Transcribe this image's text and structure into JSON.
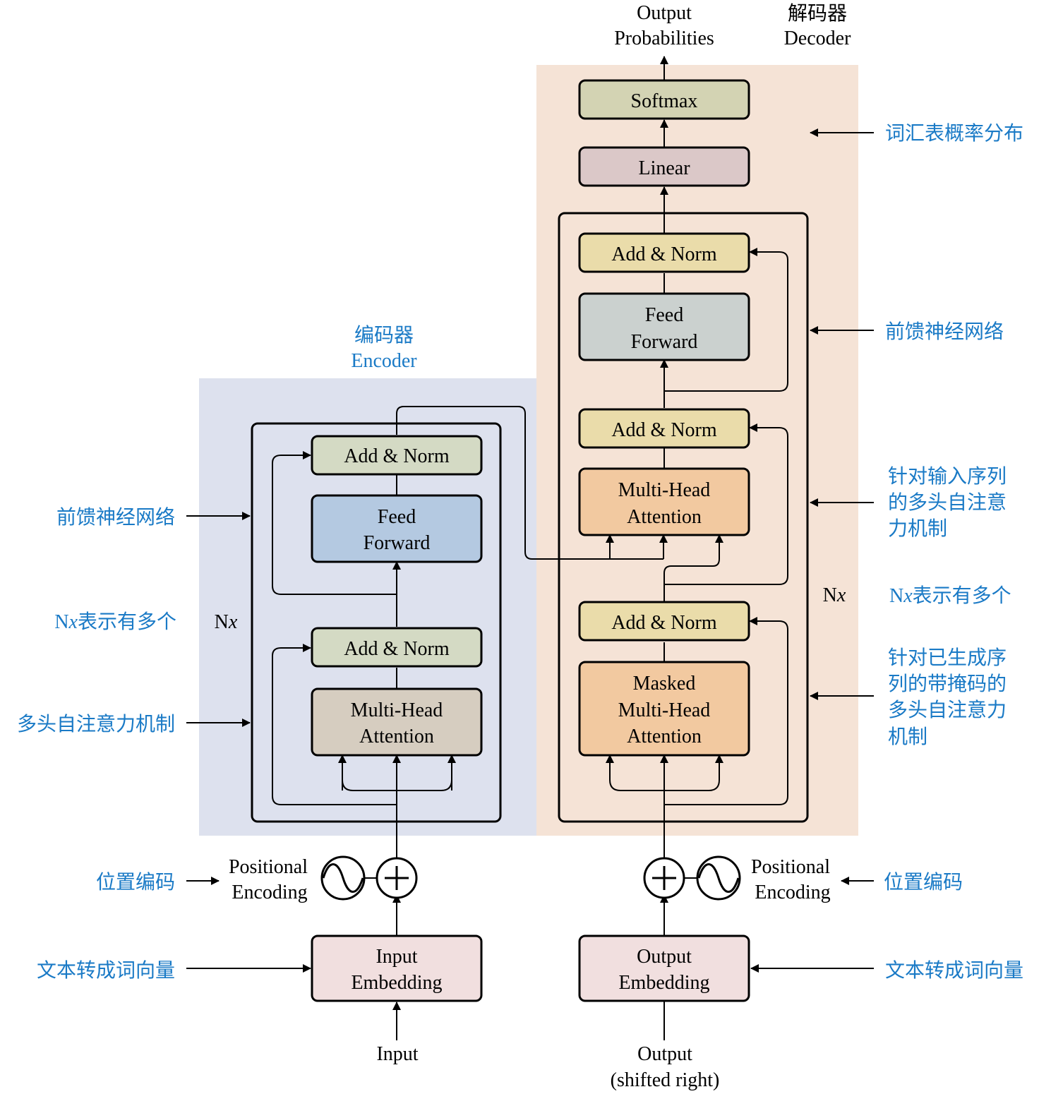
{
  "encoder": {
    "title_cn": "编码器",
    "title_en": "Encoder",
    "nx": "N",
    "nx_italic": "x",
    "add_norm_top": "Add & Norm",
    "add_norm_bottom": "Add & Norm",
    "feed_forward": [
      "Feed",
      "Forward"
    ],
    "attention": [
      "Multi-Head",
      "Attention"
    ],
    "positional_encoding": [
      "Positional",
      "Encoding"
    ],
    "embedding": [
      "Input",
      "Embedding"
    ],
    "input": "Input"
  },
  "decoder": {
    "title_cn": "解码器",
    "title_en": "Decoder",
    "output_probabilities": [
      "Output",
      "Probabilities"
    ],
    "softmax": "Softmax",
    "linear": "Linear",
    "nx": "N",
    "nx_italic": "x",
    "add_norm_top": "Add & Norm",
    "add_norm_mid": "Add & Norm",
    "add_norm_bottom": "Add & Norm",
    "feed_forward": [
      "Feed",
      "Forward"
    ],
    "cross_attention": [
      "Multi-Head",
      "Attention"
    ],
    "masked_attention": [
      "Masked",
      "Multi-Head",
      "Attention"
    ],
    "positional_encoding": [
      "Positional",
      "Encoding"
    ],
    "embedding": [
      "Output",
      "Embedding"
    ],
    "output": [
      "Output",
      "(shifted right)"
    ]
  },
  "annotations_left": {
    "feed_forward": "前馈神经网络",
    "nx_prefix": "N",
    "nx_italic": "x",
    "nx_suffix": "表示有多个",
    "self_attention": "多头自注意力机制",
    "positional": "位置编码",
    "embedding": "文本转成词向量"
  },
  "annotations_right": {
    "vocab": "词汇表概率分布",
    "feed_forward": "前馈神经网络",
    "cross_attention": [
      "针对输入序列",
      "的多头自注意",
      "力机制"
    ],
    "nx_prefix": "N",
    "nx_italic": "x",
    "nx_suffix": "表示有多个",
    "masked_attention": [
      "针对已生成序",
      "列的带掩码的",
      "多头自注意力",
      "机制"
    ],
    "positional": "位置编码",
    "embedding": "文本转成词向量"
  },
  "colors": {
    "encoder_bg": "#dde1ee",
    "decoder_bg": "#f5e3d6",
    "add_norm_encoder": "#d4dac4",
    "add_norm_decoder": "#eadcaa",
    "feed_forward_encoder": "#b4c9e1",
    "feed_forward_decoder": "#cbd1cf",
    "attention_encoder": "#d6cdc0",
    "attention_decoder": "#f2c9a0",
    "softmax": "#d3d3b3",
    "linear": "#dbc8c8",
    "embedding": "#f1dfdf",
    "annotation": "#1a7ac6"
  }
}
